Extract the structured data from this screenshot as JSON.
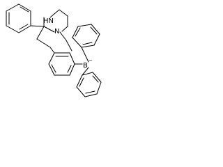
{
  "structure": {
    "atom_labels": {
      "hn": "HN",
      "n": "N",
      "b": "B",
      "b_charge": "−"
    }
  }
}
